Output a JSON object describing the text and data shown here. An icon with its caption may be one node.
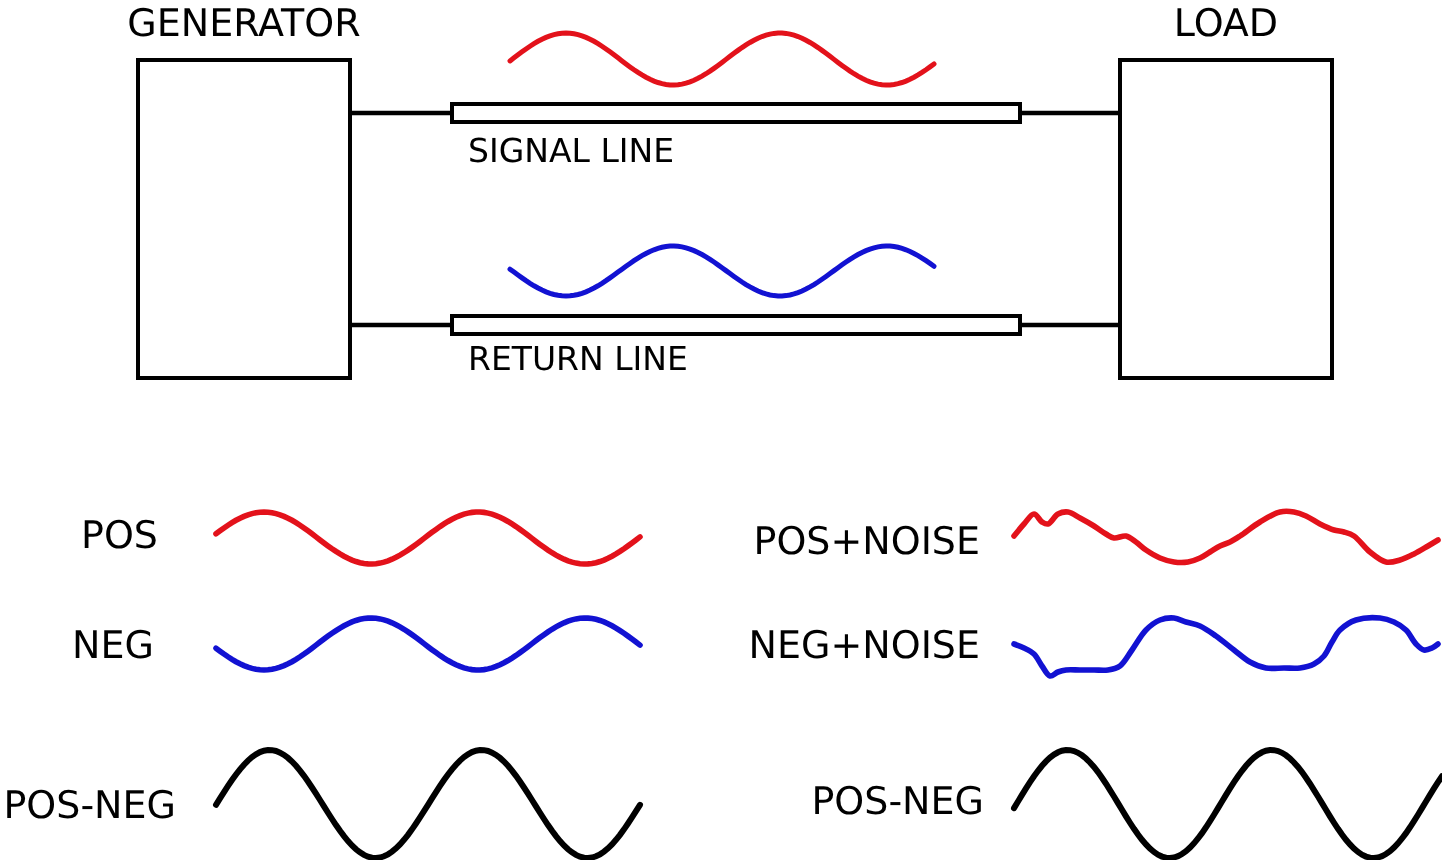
{
  "diagram": {
    "nodes": [
      {
        "text": [
          "GENERATOR"
        ]
      },
      {
        "text": [
          "LOAD"
        ]
      },
      {
        "text": [
          "SIGNAL LINE"
        ]
      },
      {
        "text": [
          "RETURN LINE"
        ]
      }
    ],
    "edges": [
      {
        "from": 0,
        "to": 2,
        "arrow": "none"
      },
      {
        "from": 2,
        "to": 1,
        "arrow": "none"
      },
      {
        "from": 0,
        "to": 3,
        "arrow": "none"
      },
      {
        "from": 3,
        "to": 1,
        "arrow": "none"
      }
    ],
    "labels": [
      "POS",
      "POS+NOISE",
      "NEG",
      "NEG+NOISE",
      "POS-NEG",
      "POS-NEG"
    ]
  }
}
